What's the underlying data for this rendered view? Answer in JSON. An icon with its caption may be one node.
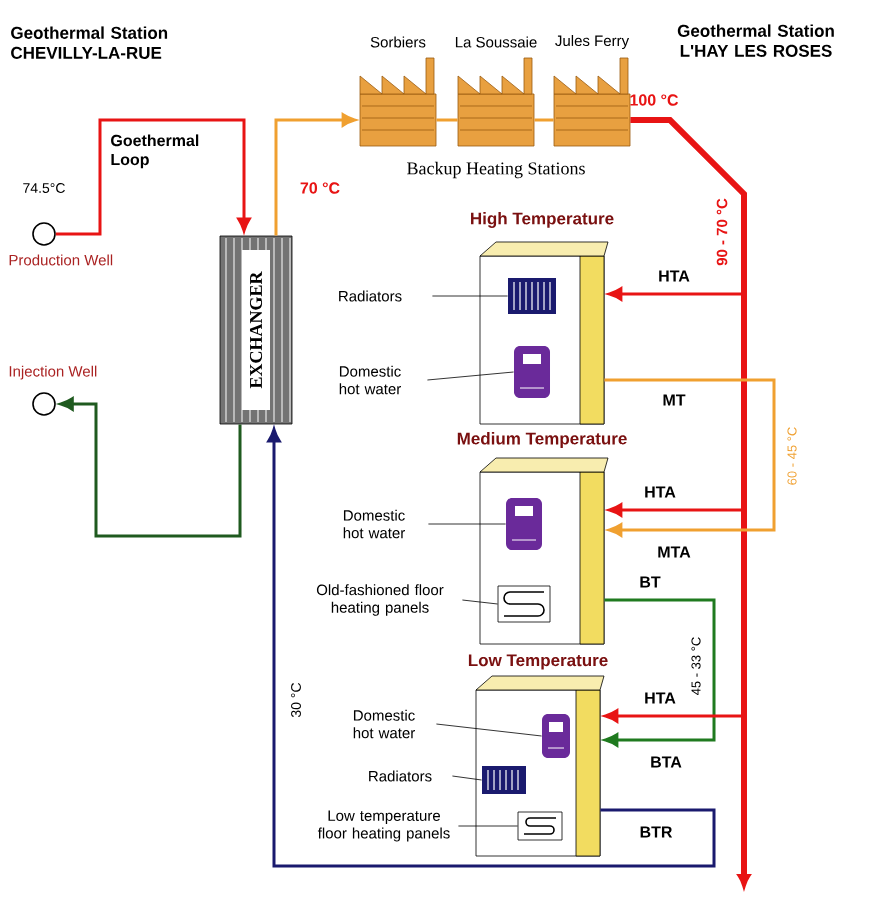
{
  "diagram": {
    "nodes": [
      {
        "text": [
          "Production Well"
        ]
      },
      {
        "text": [
          "Injection Well"
        ]
      },
      {
        "text": [
          "EXCHANGER"
        ]
      },
      {
        "text": [
          "Sorbiers"
        ]
      },
      {
        "text": [
          "La Soussaie"
        ]
      },
      {
        "text": [
          "Jules Ferry"
        ]
      },
      {
        "text": [
          "High Temperature"
        ]
      },
      {
        "text": [],
        "shape": "picture",
        "in": 6
      },
      {
        "text": [],
        "shape": "picture",
        "in": 6
      },
      {
        "text": [
          "Radiators"
        ]
      },
      {
        "text": [
          "Domestic hot water"
        ]
      },
      {
        "text": [
          "Medium Temperature"
        ]
      },
      {
        "text": [],
        "shape": "picture",
        "in": 11
      },
      {
        "text": [],
        "shape": "picture",
        "in": 11
      },
      {
        "text": [
          "Domestic hot water"
        ]
      },
      {
        "text": [
          "Old-fashioned floor heating panels"
        ]
      },
      {
        "text": [
          "Low Temperature"
        ]
      },
      {
        "text": [],
        "shape": "picture",
        "in": 16
      },
      {
        "text": [],
        "shape": "picture",
        "in": 16
      },
      {
        "text": [],
        "shape": "picture",
        "in": 16
      },
      {
        "text": [
          "Domestic hot water"
        ]
      },
      {
        "text": [
          "Radiators"
        ]
      },
      {
        "text": [
          "Low temperature floor heating panels"
        ]
      }
    ],
    "edges": [
      {
        "from": 0,
        "to": 2,
        "arrow": "to",
        "color": "#e81414"
      },
      {
        "from": 2,
        "to": 1,
        "arrow": "to",
        "color": "#1f5a1f"
      },
      {
        "from": 2,
        "to": 3,
        "arrow": "to",
        "color": "#f0a030"
      },
      {
        "from": 3,
        "to": 4,
        "arrow": "none",
        "color": "#f0a030"
      },
      {
        "from": 4,
        "to": 5,
        "arrow": "none",
        "color": "#f0a030"
      },
      {
        "from": 5,
        "to": null,
        "arrow": "to",
        "color": "#e81414",
        "style": "thick"
      },
      {
        "from": null,
        "to": 6,
        "arrow": "to",
        "color": "#e81414",
        "label": "HTA"
      },
      {
        "from": 6,
        "to": 11,
        "arrow": "to",
        "color": "#f0a030",
        "label": "MT"
      },
      {
        "from": null,
        "to": 11,
        "arrow": "to",
        "color": "#e81414",
        "label": "HTA"
      },
      {
        "from": 11,
        "to": 16,
        "arrow": "to",
        "color": "#1f7a1f",
        "label": "BT"
      },
      {
        "from": null,
        "to": 16,
        "arrow": "to",
        "color": "#e81414",
        "label": "HTA"
      },
      {
        "from": 16,
        "to": 2,
        "arrow": "to",
        "color": "#1a1a6e",
        "label": "BTR"
      },
      {
        "from": 9,
        "to": 7,
        "arrow": "none"
      },
      {
        "from": 10,
        "to": 8,
        "arrow": "none"
      },
      {
        "from": 14,
        "to": 12,
        "arrow": "none"
      },
      {
        "from": 15,
        "to": 13,
        "arrow": "none"
      },
      {
        "from": 20,
        "to": 17,
        "arrow": "none"
      },
      {
        "from": 21,
        "to": 18,
        "arrow": "none"
      },
      {
        "from": 22,
        "to": 19,
        "arrow": "none"
      }
    ],
    "labels": [
      "Geothermal Station CHEVILLY-LA-RUE",
      "Geothermal Station L'HAY LES ROSES",
      "Goethermal Loop",
      "74.5°C",
      "70 °C",
      "Backup Heating Stations",
      "100 °C",
      "90 - 70 °C",
      "60 - 45 °C",
      "MTA",
      "45 - 33 °C",
      "BTA",
      "30 °C"
    ]
  }
}
